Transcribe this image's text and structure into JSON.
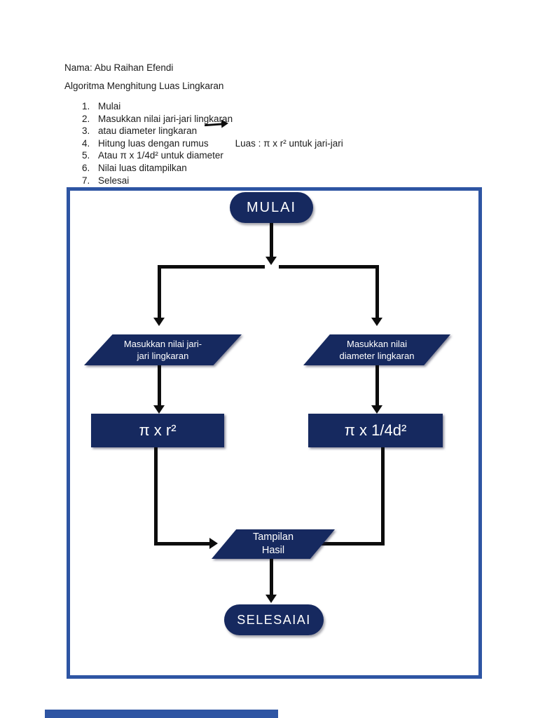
{
  "document": {
    "name_line": "Nama: Abu Raihan Efendi",
    "title": "Algoritma Menghitung Luas Lingkaran",
    "steps": [
      {
        "num": "1.",
        "text": "Mulai"
      },
      {
        "num": "2.",
        "text": "Masukkan nilai jari-jari lingkaran"
      },
      {
        "num": "3.",
        "text": "atau diameter lingkaran"
      },
      {
        "num": "4.",
        "text": "Hitung luas dengan rumus",
        "note": "Luas : π x r² untuk jari-jari"
      },
      {
        "num": "5.",
        "text": "Atau π x 1/4d² untuk diameter"
      },
      {
        "num": "6.",
        "text": "Nilai luas ditampilkan"
      },
      {
        "num": "7.",
        "text": "Selesai"
      }
    ]
  },
  "flowchart": {
    "start_label": "MULAI",
    "input_left": {
      "line1": "Masukkan nilai jari-",
      "line2": "jari lingkaran"
    },
    "input_right": {
      "line1": "Masukkan nilai",
      "line2": "diameter lingkaran"
    },
    "process_left": "π x r²",
    "process_right": "π x 1/4d²",
    "output": {
      "line1": "Tampilan",
      "line2": "Hasil"
    },
    "end_label": "SELESAIAI"
  },
  "colors": {
    "shape_fill": "#16295f",
    "frame_border": "#2e55a3",
    "arrow": "#0d0d0d",
    "shape_text": "#ffffff"
  }
}
